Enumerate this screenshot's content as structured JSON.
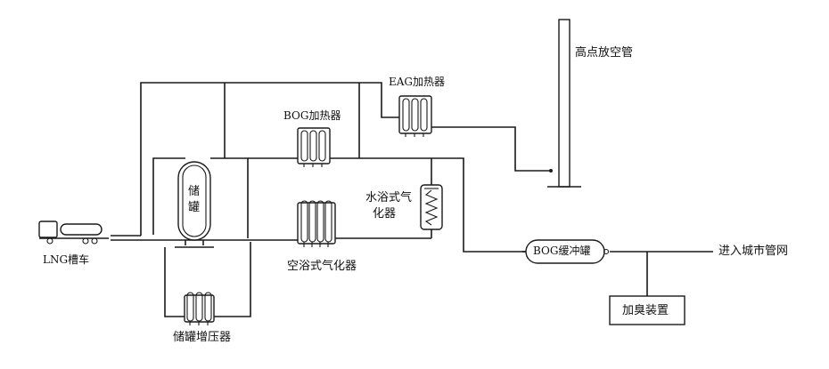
{
  "labels": {
    "vent_stack": "高点放空管",
    "eag_heater": "EAG加热器",
    "bog_heater": "BOG加热器",
    "water_bath_line1": "水浴式气",
    "water_bath_line2": "化器",
    "storage_tank_char1": "储",
    "storage_tank_char2": "罐",
    "lng_tanker": "LNG槽车",
    "ambient_vaporizer": "空浴式气化器",
    "bog_buffer": "BOG缓冲罐",
    "city_pipeline": "进入城市管网",
    "odorizer": "加臭装置",
    "tank_pressurizer": "储罐增压器"
  },
  "colors": {
    "line": "#1a1a1a",
    "background": "#ffffff"
  }
}
